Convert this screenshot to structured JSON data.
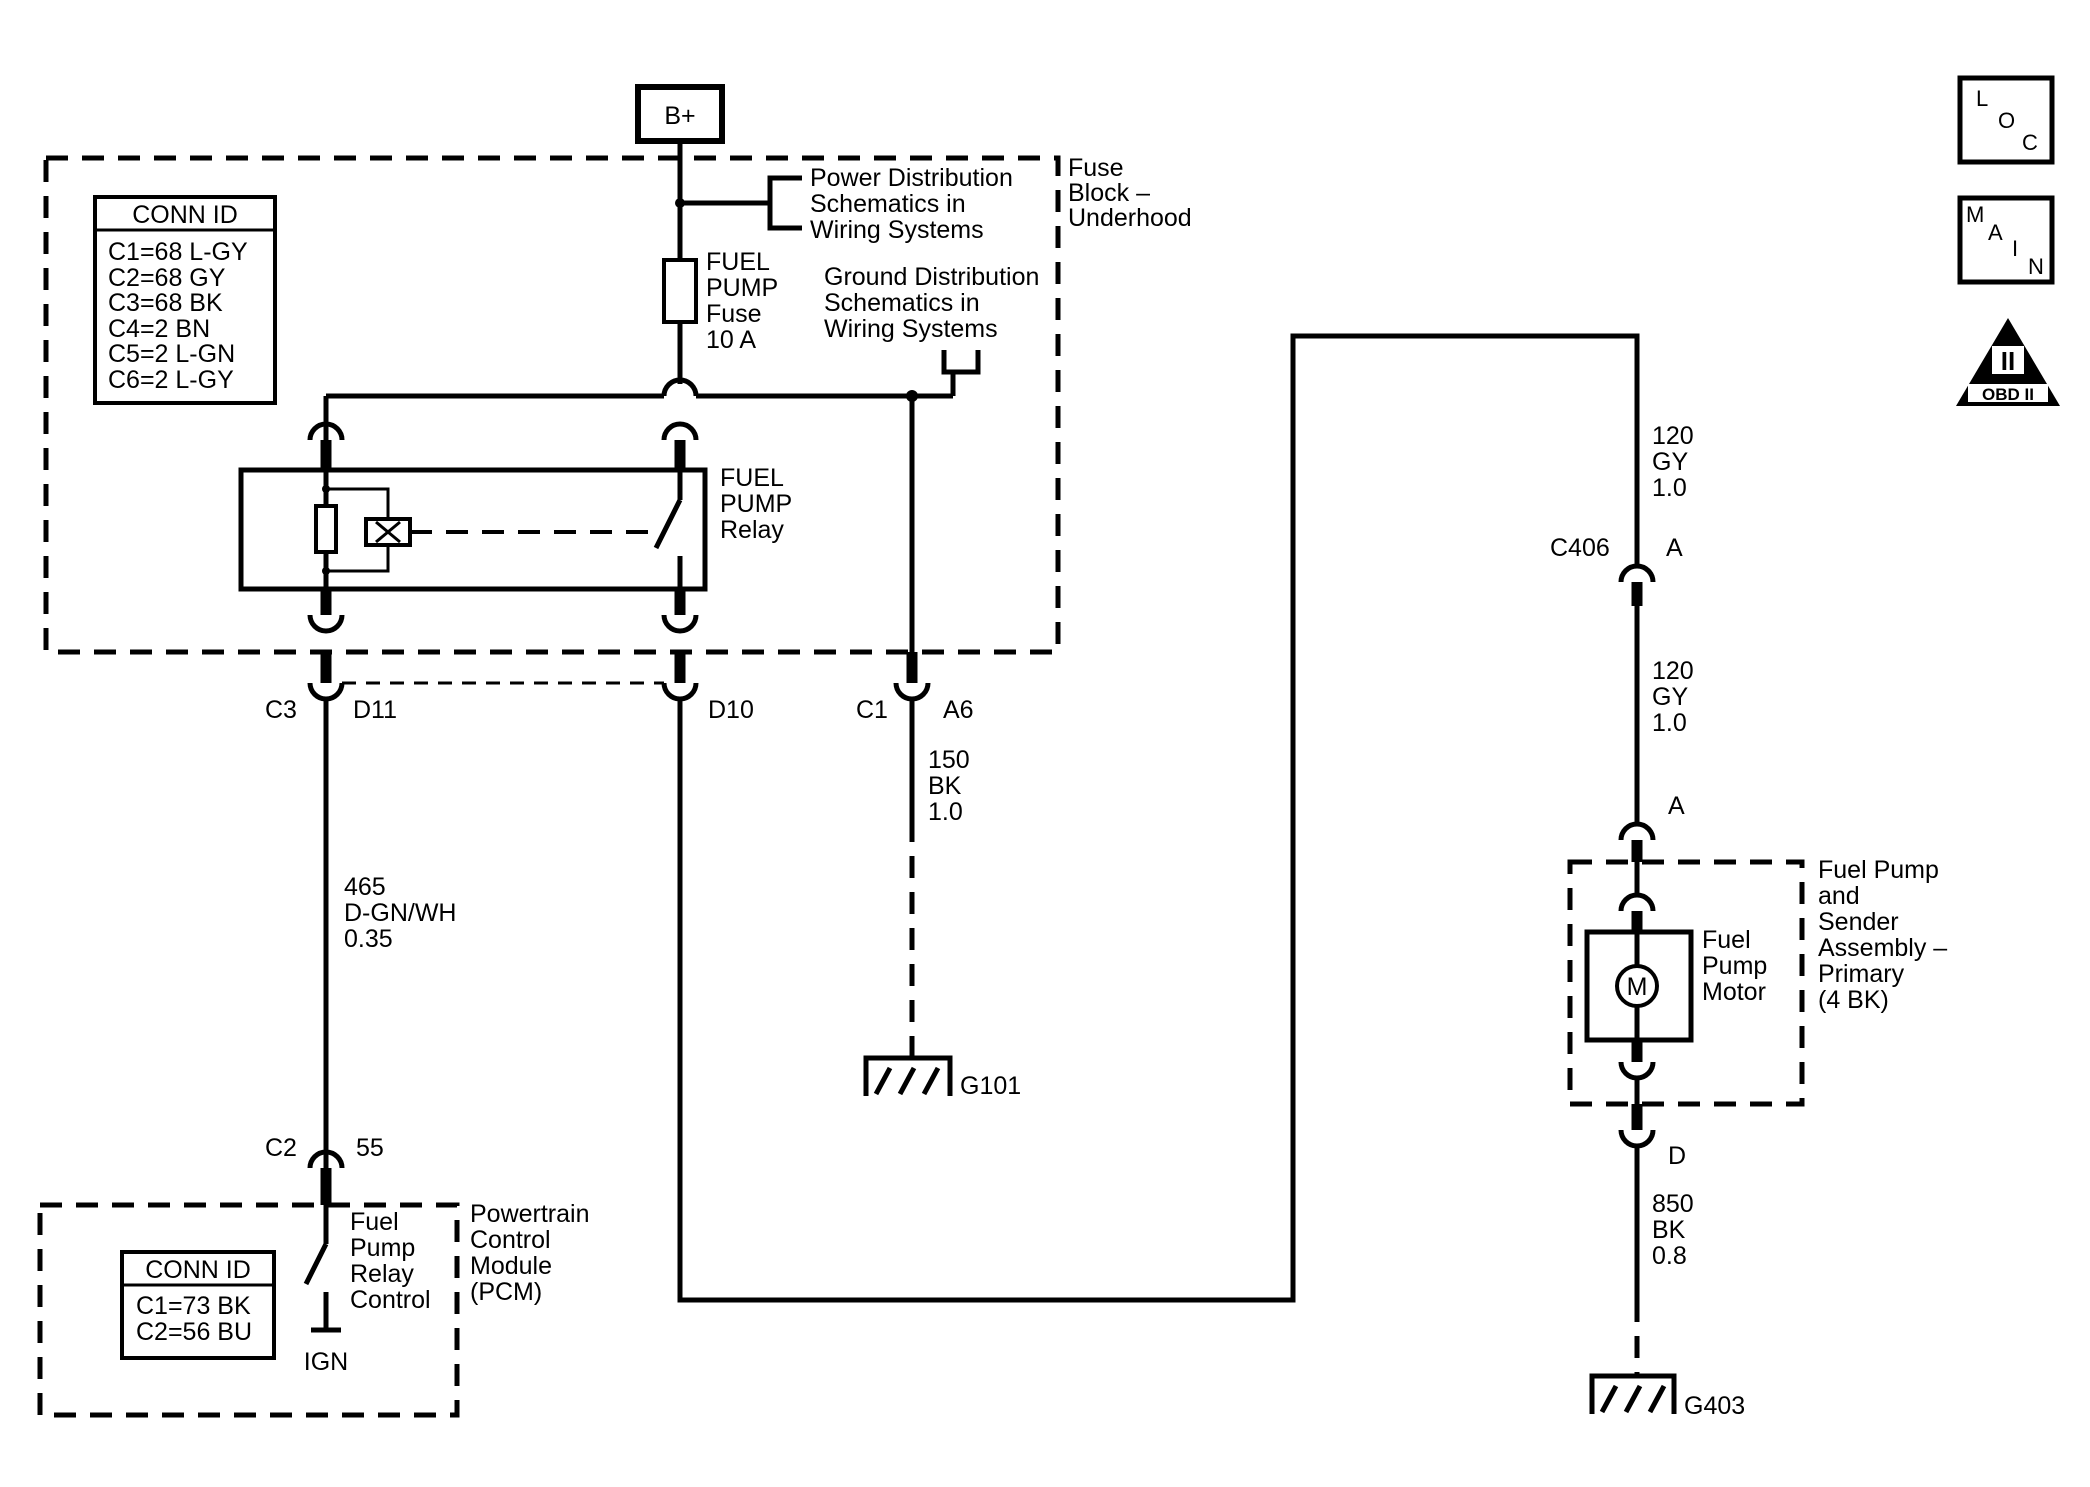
{
  "power_source": {
    "label": "B+"
  },
  "fuse_block": {
    "title_lines": [
      "Fuse",
      "Block –",
      "Underhood"
    ],
    "power_dist_lines": [
      "Power Distribution",
      "Schematics in",
      "Wiring Systems"
    ],
    "ground_dist_lines": [
      "Ground Distribution",
      "Schematics in",
      "Wiring Systems"
    ],
    "fuse_lines": [
      "FUEL",
      "PUMP",
      "Fuse",
      "10 A"
    ],
    "relay_lines": [
      "FUEL",
      "PUMP",
      "Relay"
    ],
    "conn_id": {
      "header": "CONN ID",
      "rows": [
        "C1=68 L-GY",
        "C2=68 GY",
        "C3=68 BK",
        "C4=2 BN",
        "C5=2 L-GN",
        "C6=2 L-GY"
      ]
    }
  },
  "connectors": {
    "c3": "C3",
    "d11": "D11",
    "d10": "D10",
    "c1": "C1",
    "a6": "A6",
    "c2": "C2",
    "pin55": "55",
    "c406": "C406",
    "c406_pin": "A",
    "pump_pin_a": "A",
    "pump_pin_d": "D"
  },
  "wires": {
    "w465": [
      "465",
      "D-GN/WH",
      "0.35"
    ],
    "w150": [
      "150",
      "BK",
      "1.0"
    ],
    "w120_top": [
      "120",
      "GY",
      "1.0"
    ],
    "w120_bottom": [
      "120",
      "GY",
      "1.0"
    ],
    "w850": [
      "850",
      "BK",
      "0.8"
    ]
  },
  "grounds": {
    "g101": "G101",
    "g403": "G403"
  },
  "pcm": {
    "title_lines": [
      "Powertrain",
      "Control",
      "Module",
      "(PCM)"
    ],
    "switch_lines": [
      "Fuel",
      "Pump",
      "Relay",
      "Control"
    ],
    "ign": "IGN",
    "conn_id": {
      "header": "CONN ID",
      "rows": [
        "C1=73 BK",
        "C2=56 BU"
      ]
    }
  },
  "fuel_pump_assembly": {
    "title_lines": [
      "Fuel Pump",
      "and",
      "Sender",
      "Assembly –",
      "Primary",
      "(4 BK)"
    ],
    "motor_lines": [
      "Fuel",
      "Pump",
      "Motor"
    ],
    "motor_symbol": "M"
  },
  "badges": {
    "loc": [
      "L",
      "O",
      "C"
    ],
    "main": [
      "M",
      "A",
      "I",
      "N"
    ],
    "obd": {
      "numeral": "II",
      "label": "OBD II"
    }
  }
}
